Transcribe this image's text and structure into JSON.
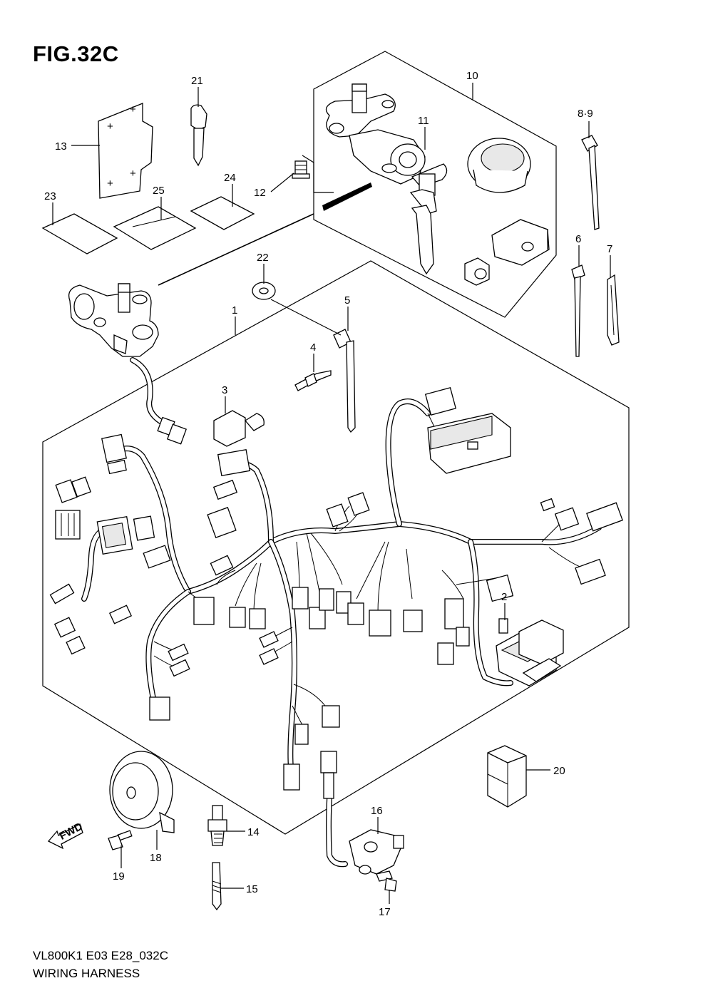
{
  "figure": {
    "title": "FIG.32C",
    "code": "VL800K1 E03 E28_032C",
    "name": "WIRING HARNESS",
    "fwd_label": "FWD"
  },
  "callouts": [
    {
      "id": "1",
      "label": "1"
    },
    {
      "id": "2",
      "label": "2"
    },
    {
      "id": "3",
      "label": "3"
    },
    {
      "id": "4",
      "label": "4"
    },
    {
      "id": "5",
      "label": "5"
    },
    {
      "id": "6",
      "label": "6"
    },
    {
      "id": "7",
      "label": "7"
    },
    {
      "id": "8-9",
      "label": "8·9"
    },
    {
      "id": "10",
      "label": "10"
    },
    {
      "id": "11",
      "label": "11"
    },
    {
      "id": "12",
      "label": "12"
    },
    {
      "id": "13",
      "label": "13"
    },
    {
      "id": "14",
      "label": "14"
    },
    {
      "id": "15",
      "label": "15"
    },
    {
      "id": "16",
      "label": "16"
    },
    {
      "id": "17",
      "label": "17"
    },
    {
      "id": "18",
      "label": "18"
    },
    {
      "id": "19",
      "label": "19"
    },
    {
      "id": "20",
      "label": "20"
    },
    {
      "id": "21",
      "label": "21"
    },
    {
      "id": "22",
      "label": "22"
    },
    {
      "id": "23",
      "label": "23"
    },
    {
      "id": "24",
      "label": "24"
    },
    {
      "id": "25",
      "label": "25"
    }
  ]
}
